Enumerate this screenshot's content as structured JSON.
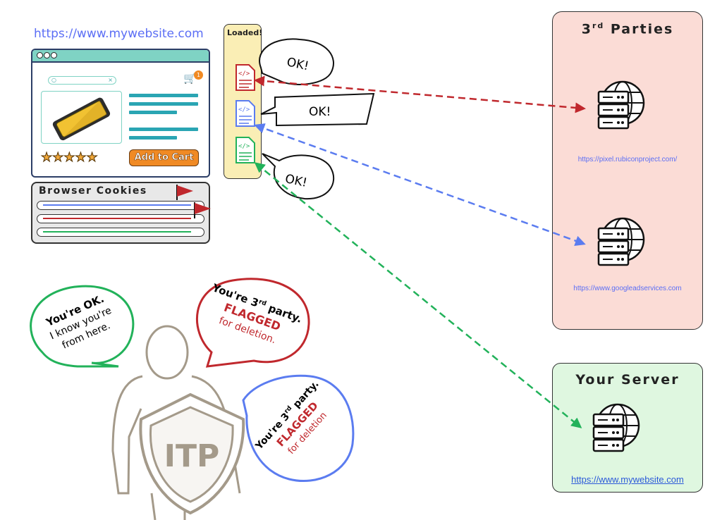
{
  "website": {
    "url": "https://www.mywebsite.com",
    "cart_count": "1",
    "add_to_cart": "Add to Cart",
    "cookies_title": "Browser Cookies"
  },
  "scripts_panel": {
    "title": "Loaded!",
    "responses": [
      "OK!",
      "OK!",
      "OK!"
    ]
  },
  "third_parties": {
    "title": "3",
    "title_sup": "rd",
    "title_rest": "Parties",
    "servers": [
      {
        "url": "https://pixel.rubiconproject.com/"
      },
      {
        "url": "https://www.googleadservices.com"
      }
    ]
  },
  "your_server": {
    "title": "Your Server",
    "url": "https://www.mywebsite.com"
  },
  "itp": {
    "label": "ITP",
    "ok_bubble": {
      "line1": "You're OK.",
      "line2": "I know you're",
      "line3": "from here."
    },
    "third_party_bubble_1": {
      "line1_a": "You're 3",
      "line1_sup": "rd",
      "line1_b": " party.",
      "line2": "FLAGGED",
      "line3": "for deletion."
    },
    "third_party_bubble_2": {
      "line1_a": "You're 3",
      "line1_sup": "rd",
      "line1_b": " party.",
      "line2": "FLAGGED",
      "line3": "for deletion"
    }
  },
  "colors": {
    "red": "#c0282d",
    "blue": "#5b7cf0",
    "green": "#22b25a",
    "teal": "#7fd3c4",
    "orange": "#f08a24"
  }
}
